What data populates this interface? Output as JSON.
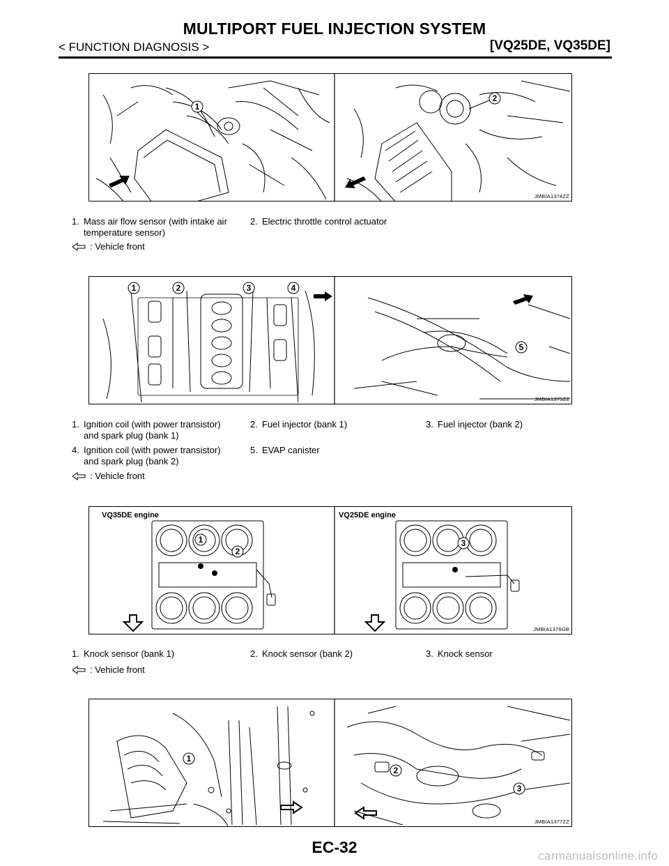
{
  "header": {
    "title": "MULTIPORT FUEL INJECTION SYSTEM",
    "section": "< FUNCTION DIAGNOSIS >",
    "engines": "[VQ25DE, VQ35DE]"
  },
  "figures": [
    {
      "code": "JMBIA1374ZZ",
      "illustration": "engine-compartment-maf-and-throttle"
    },
    {
      "code": "JMBIA1375ZZ",
      "illustration": "intake-manifold-coils-injectors-evap"
    },
    {
      "code": "JMBIA1376GB",
      "illustration": "cylinder-block-knock-sensors",
      "left_label": "VQ35DE engine",
      "right_label": "VQ25DE engine"
    },
    {
      "code": "JMBIA1377ZZ",
      "illustration": "underside-sensors"
    }
  ],
  "legend1": {
    "items": [
      {
        "num": "1.",
        "text": "Mass air flow sensor (with intake air",
        "text2": "temperature sensor)"
      },
      {
        "num": "2.",
        "text": "Electric throttle control actuator",
        "text2": ""
      }
    ],
    "vehicle_front": ": Vehicle front"
  },
  "legend2": {
    "items": [
      {
        "num": "1.",
        "text": "Ignition coil (with power transistor)",
        "text2": "and spark plug (bank 1)"
      },
      {
        "num": "2.",
        "text": "Fuel injector (bank 1)",
        "text2": ""
      },
      {
        "num": "3.",
        "text": "Fuel injector (bank 2)",
        "text2": ""
      },
      {
        "num": "4.",
        "text": "Ignition coil (with power transistor)",
        "text2": "and spark plug (bank 2)"
      },
      {
        "num": "5.",
        "text": "EVAP canister",
        "text2": ""
      }
    ],
    "vehicle_front": ": Vehicle front"
  },
  "legend3": {
    "items": [
      {
        "num": "1.",
        "text": "Knock sensor (bank 1)",
        "text2": ""
      },
      {
        "num": "2.",
        "text": "Knock sensor (bank 2)",
        "text2": ""
      },
      {
        "num": "3.",
        "text": "Knock sensor",
        "text2": ""
      }
    ],
    "vehicle_front": ": Vehicle front"
  },
  "callouts": [
    "1",
    "2",
    "3",
    "4",
    "5"
  ],
  "footer": {
    "page": "EC-32"
  },
  "watermark": "carmanualsonline.info"
}
